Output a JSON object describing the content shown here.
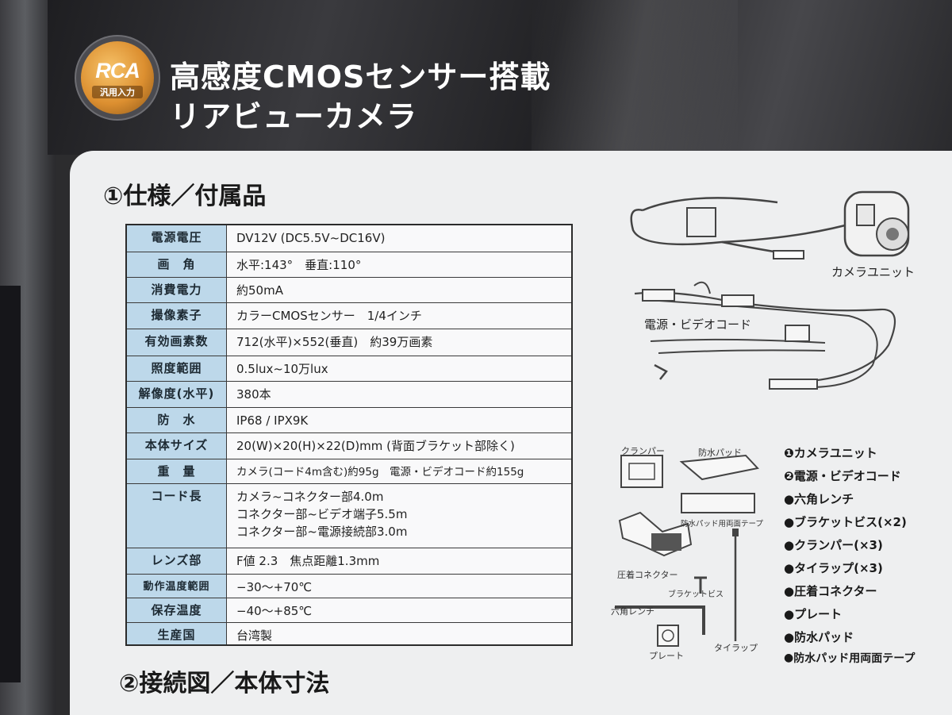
{
  "header": {
    "badge": {
      "text": "RCA",
      "sub": "汎用入力"
    },
    "title_line1": "高感度CMOSセンサー搭載",
    "title_line2": "リアビューカメラ"
  },
  "section1": {
    "title": "①仕様／付属品"
  },
  "section2": {
    "title": "②接続図／本体寸法"
  },
  "specs": [
    {
      "label": "電源電圧",
      "lines": [
        "DV12V (DC5.5V~DC16V)"
      ]
    },
    {
      "label": "画　角",
      "lines": [
        "水平:143°　垂直:110°"
      ]
    },
    {
      "label": "消費電力",
      "lines": [
        "約50mA"
      ]
    },
    {
      "label": "撮像素子",
      "lines": [
        "カラーCMOSセンサー　1/4インチ"
      ]
    },
    {
      "label": "有効画素数",
      "lines": [
        "712(水平)×552(垂直)　約39万画素"
      ]
    },
    {
      "label": "照度範囲",
      "lines": [
        "0.5lux~10万lux"
      ]
    },
    {
      "label": "解像度(水平)",
      "lines": [
        "380本"
      ]
    },
    {
      "label": "防　水",
      "lines": [
        "IP68 / IPX9K"
      ]
    },
    {
      "label": "本体サイズ",
      "lines": [
        "20(W)×20(H)×22(D)mm (背面ブラケット部除く)"
      ]
    },
    {
      "label": "重　量",
      "lines": [
        "カメラ(コード4m含む)約95g　電源・ビデオコード約155g"
      ]
    },
    {
      "label": "コード長",
      "lines": [
        "カメラ~コネクター部4.0m",
        "コネクター部~ビデオ端子5.5m",
        "コネクター部~電源接続部3.0m"
      ]
    },
    {
      "label": "レンズ部",
      "lines": [
        "F値 2.3　焦点距離1.3mm"
      ]
    },
    {
      "label": "動作温度範囲",
      "lines": [
        "−30～+70℃"
      ]
    },
    {
      "label": "保存温度",
      "lines": [
        "−40～+85℃"
      ]
    },
    {
      "label": "生産国",
      "lines": [
        "台湾製"
      ]
    }
  ],
  "diagram_labels": {
    "camera_unit": "カメラユニット",
    "power_video_cord": "電源・ビデオコード",
    "clamper": "クランパー",
    "waterproof_pad": "防水パッド",
    "pad_tape": "防水パッド用両面テープ",
    "crimp_connector": "圧着コネクター",
    "bracket_screw": "ブラケットビス",
    "hex_wrench": "六角レンチ",
    "plate": "プレート",
    "tie_wrap": "タイラップ"
  },
  "accessories": [
    {
      "label": "カメラユニット",
      "marker": "❶"
    },
    {
      "label": "電源・ビデオコード",
      "marker": "❷"
    },
    {
      "label": "六角レンチ",
      "marker": "●"
    },
    {
      "label": "ブラケットビス(×2)",
      "marker": "●"
    },
    {
      "label": "クランパー(×3)",
      "marker": "●"
    },
    {
      "label": "タイラップ(×3)",
      "marker": "●"
    },
    {
      "label": "圧着コネクター",
      "marker": "●"
    },
    {
      "label": "プレート",
      "marker": "●"
    },
    {
      "label": "防水パッド",
      "marker": "●"
    },
    {
      "label": "防水パッド用両面テープ",
      "marker": "●"
    }
  ]
}
